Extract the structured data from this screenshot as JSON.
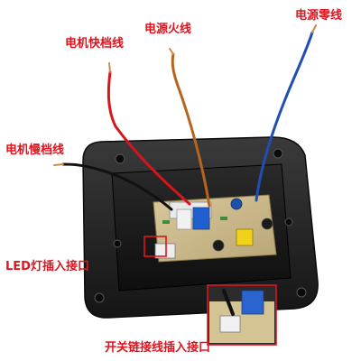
{
  "labels": {
    "motor_fast_wire": "电机快档线",
    "power_live_wire": "电源火线",
    "power_neutral_wire": "电源零线",
    "motor_slow_wire": "电机慢档线",
    "led_socket": "LED灯插入接口",
    "switch_cable_socket": "开关链接线插入接口"
  },
  "colors": {
    "label_text": "#e0141e",
    "wire_red": "#d8141c",
    "wire_brown": "#b5651d",
    "wire_blue": "#1f4fb4",
    "wire_black": "#111111",
    "housing": "#1e1e1e",
    "pcb": "#cbb98d",
    "highlight_box": "#e0141e"
  }
}
